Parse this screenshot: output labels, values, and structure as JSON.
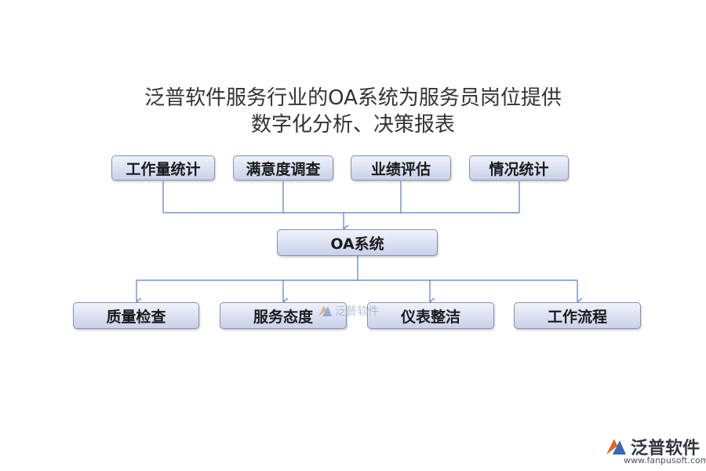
{
  "title": {
    "line1": "泛普软件服务行业的OA系统为服务员岗位提供",
    "line2": "数字化分析、决策报表"
  },
  "inputs": [
    {
      "label": "工作量统计"
    },
    {
      "label": "满意度调查"
    },
    {
      "label": "业绩评估"
    },
    {
      "label": "情况统计"
    }
  ],
  "center": {
    "label": "OA系统"
  },
  "outputs": [
    {
      "label": "质量检查"
    },
    {
      "label": "服务态度"
    },
    {
      "label": "仪表整洁"
    },
    {
      "label": "工作流程"
    }
  ],
  "watermark": {
    "text": "泛普软件"
  },
  "brand": {
    "name": "泛普软件",
    "url": "www.fanpusoft.com"
  },
  "colors": {
    "box_fill_top": "#f0f3fc",
    "box_fill_bottom": "#c9d1ea",
    "box_border": "#8591b0",
    "connector": "#5b7bc4",
    "logo_orange": "#e8641b",
    "logo_blue": "#3a67b8"
  }
}
